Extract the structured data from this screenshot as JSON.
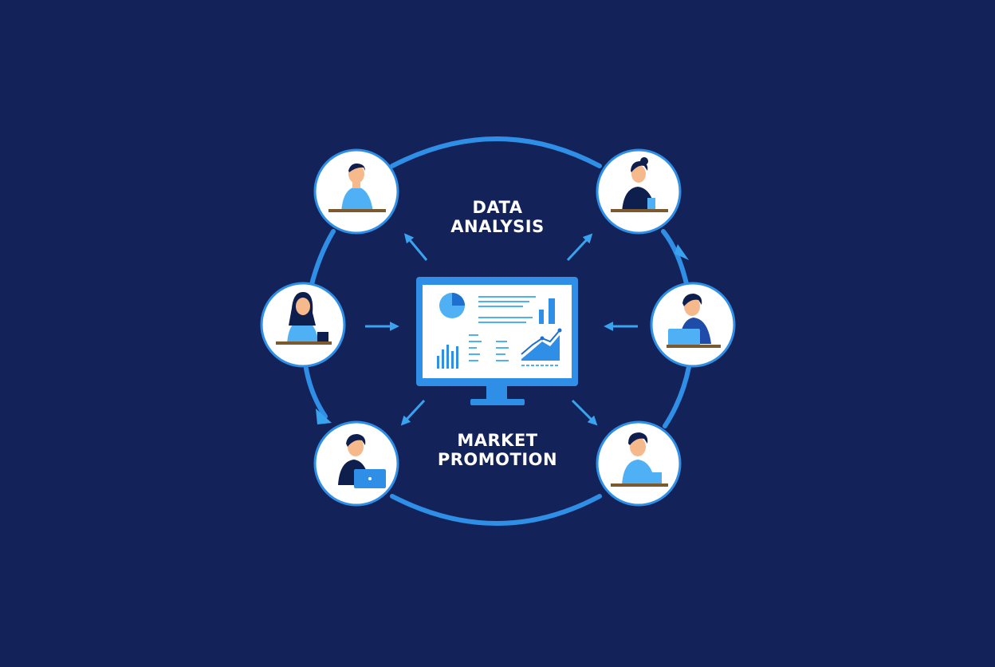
{
  "diagram": {
    "labels": {
      "data_analysis_line1": "DATA",
      "data_analysis_line2": "ANALYSIS",
      "market_promotion_line1": "MARKET",
      "market_promotion_line2": "PROMOTION"
    },
    "nodes": [
      {
        "id": "person-top-left",
        "role": "man-at-desk"
      },
      {
        "id": "person-mid-left",
        "role": "woman-with-tablet"
      },
      {
        "id": "person-bottom-left",
        "role": "man-with-laptop"
      },
      {
        "id": "person-top-right",
        "role": "woman-at-desk"
      },
      {
        "id": "person-mid-right",
        "role": "man-with-laptop"
      },
      {
        "id": "person-bottom-right",
        "role": "man-at-desk"
      }
    ],
    "center": {
      "icon": "analytics-monitor-icon"
    },
    "colors": {
      "background": "#13235a",
      "accent": "#2f8fe6",
      "accent_light": "#4fb0f5",
      "node_fill": "#ffffff",
      "dark_navy": "#0f1f4d",
      "desk": "#7a5a2e",
      "skin": "#f5b98c"
    }
  }
}
